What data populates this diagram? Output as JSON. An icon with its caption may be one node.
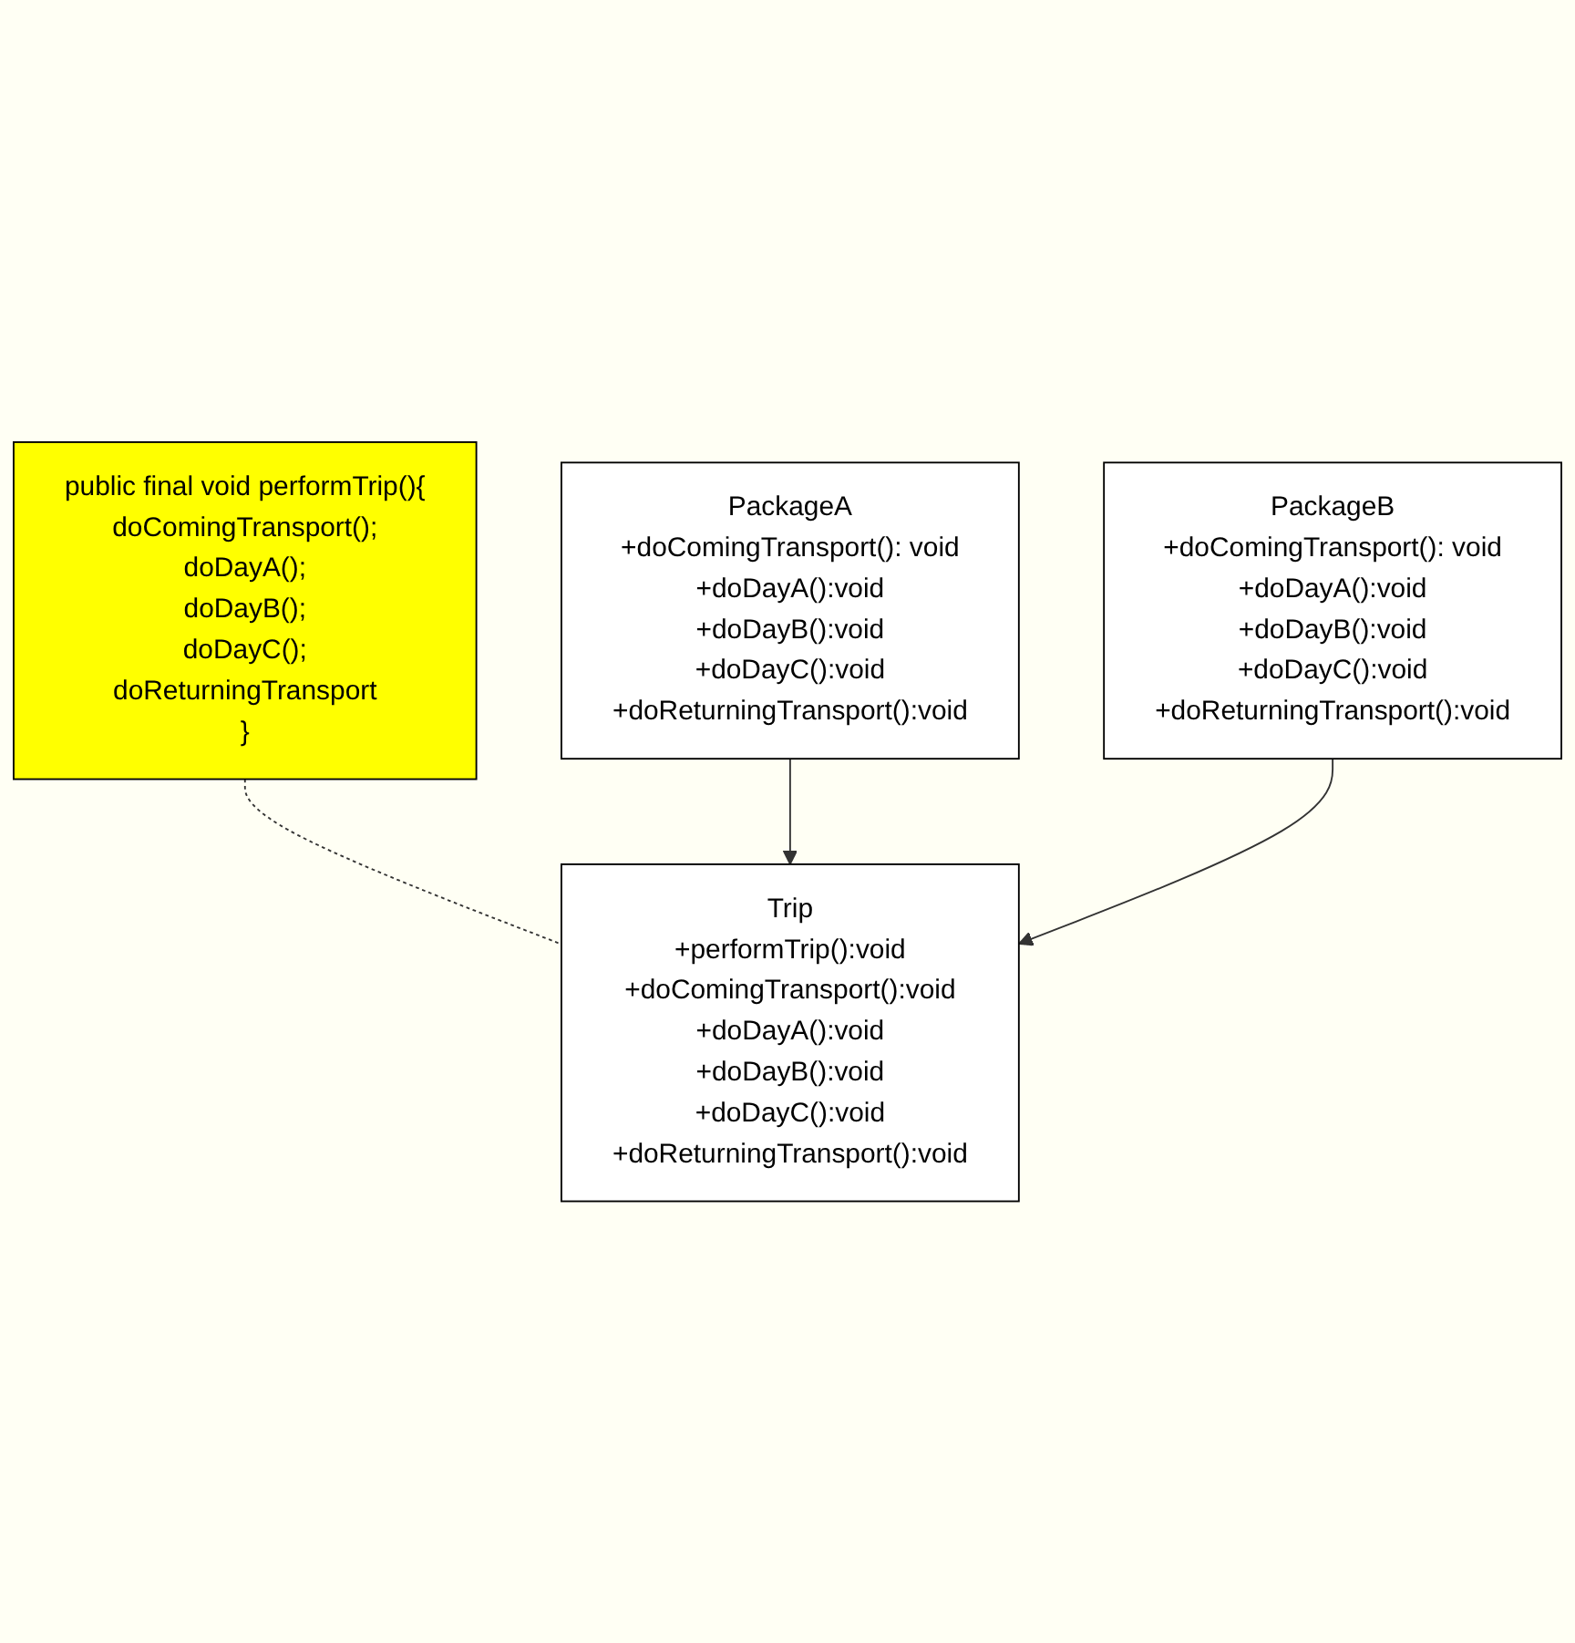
{
  "diagram": {
    "nodes": [
      {
        "text": [
          "Trip",
          "+performTrip():void",
          "+doComingTransport():void",
          "+doDayA():void",
          "+doDayB():void",
          "+doDayC():void",
          "+doReturningTransport():void"
        ]
      },
      {
        "text": [
          "public final void performTrip(){",
          "doComingTransport();",
          "doDayA();",
          "doDayB();",
          "doDayC();",
          "doReturningTransport",
          "}"
        ]
      },
      {
        "text": [
          "PackageA",
          "+doComingTransport(): void",
          "+doDayA():void",
          "+doDayB():void",
          "+doDayC():void",
          "+doReturningTransport():void"
        ]
      },
      {
        "text": [
          "PackageB",
          "+doComingTransport(): void",
          "+doDayA():void",
          "+doDayB():void",
          "+doDayC():void",
          "+doReturningTransport():void"
        ]
      }
    ],
    "edges": [
      {
        "from": 1,
        "to": 0,
        "arrow": "none",
        "style": "dashed"
      },
      {
        "from": 2,
        "to": 0,
        "arrow": "to"
      },
      {
        "from": 3,
        "to": 0,
        "arrow": "to"
      }
    ]
  }
}
